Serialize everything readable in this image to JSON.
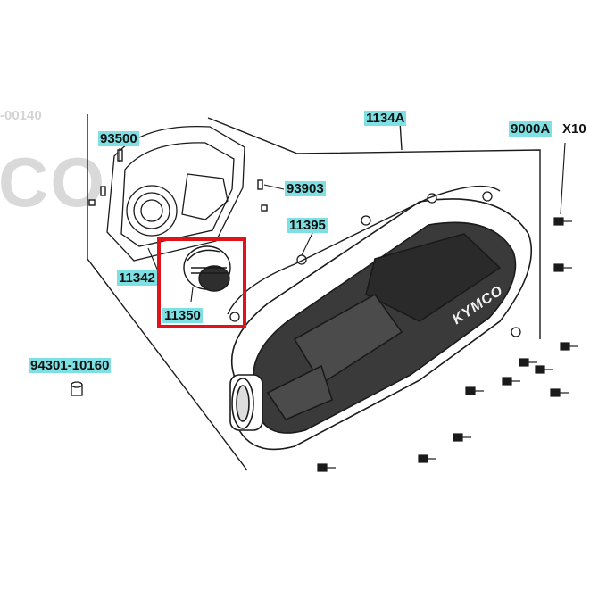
{
  "watermark": {
    "text": "CO",
    "partial_code": "-00140"
  },
  "colors": {
    "label_highlight": "#7fe0e4",
    "outline": "#1a1a1a",
    "callout_box": "#e0131a",
    "cover_fill": "#3a3a3a",
    "watermark": "#d9d9d9"
  },
  "parts": [
    {
      "id": "p-1134a",
      "code": "1134A",
      "highlighted": true
    },
    {
      "id": "p-9000a",
      "code": "9000A",
      "highlighted": true
    },
    {
      "id": "p-qty",
      "code": "X10",
      "highlighted": false
    },
    {
      "id": "p-93500",
      "code": "93500",
      "highlighted": true
    },
    {
      "id": "p-93903",
      "code": "93903",
      "highlighted": true
    },
    {
      "id": "p-11395",
      "code": "11395",
      "highlighted": true
    },
    {
      "id": "p-11342",
      "code": "11342",
      "highlighted": true
    },
    {
      "id": "p-11350",
      "code": "11350",
      "highlighted": true
    },
    {
      "id": "p-94301",
      "code": "94301-10160",
      "highlighted": true
    }
  ],
  "cover_brand": "KYMCO",
  "selected_part": "11350"
}
